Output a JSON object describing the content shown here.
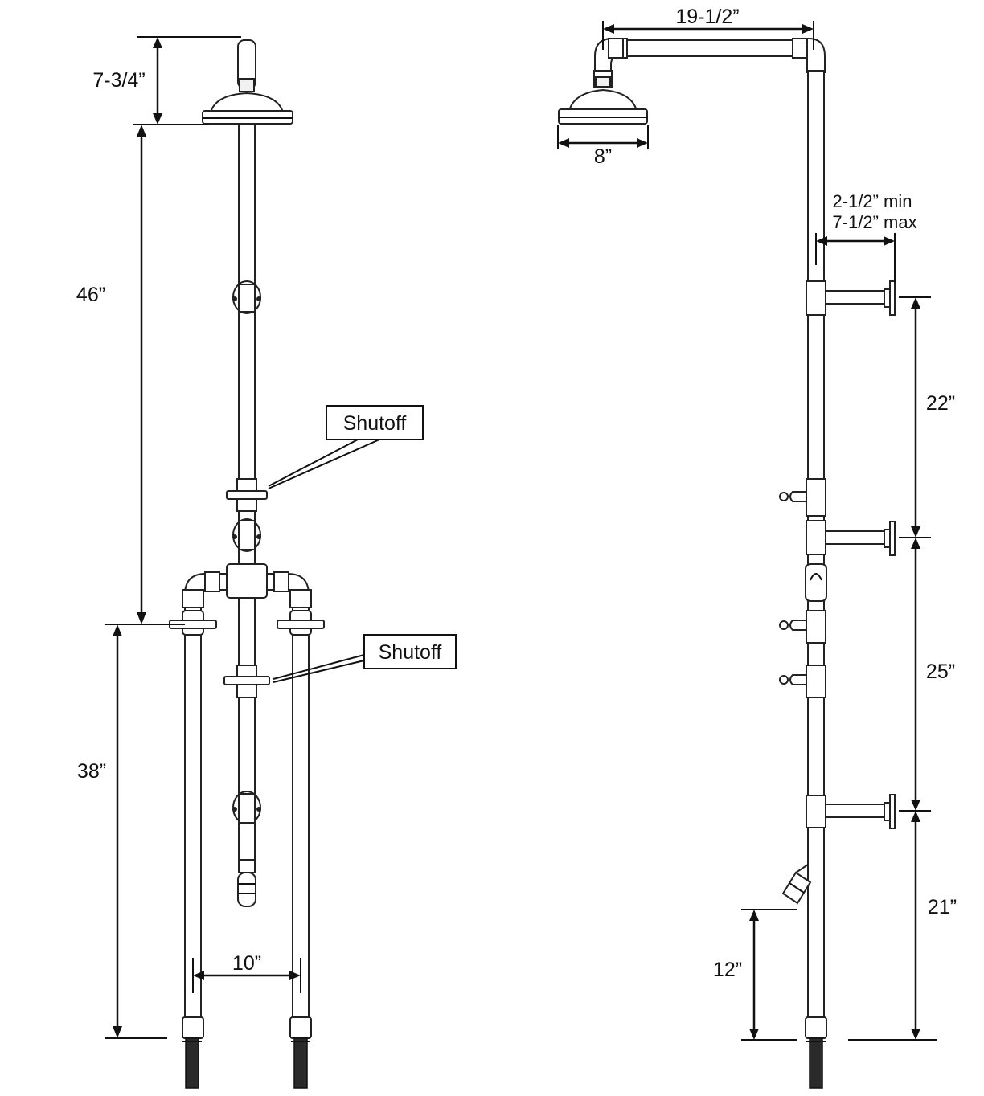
{
  "front_view": {
    "dimensions": {
      "head_height": "7-3/4”",
      "head_to_valves": "46”",
      "valves_to_floor": "38”",
      "leg_spacing": "10”"
    },
    "callouts": {
      "upper_shutoff": "Shutoff",
      "lower_shutoff": "Shutoff"
    }
  },
  "side_view": {
    "dimensions": {
      "arm_length": "19-1/2”",
      "head_diameter": "8”",
      "standoff_min": "2-1/2” min",
      "standoff_max": "7-1/2” max",
      "upper_bracket_spacing": "22”",
      "middle_bracket_spacing": "25”",
      "lower_bracket_height": "21”",
      "spout_height": "12”"
    }
  }
}
